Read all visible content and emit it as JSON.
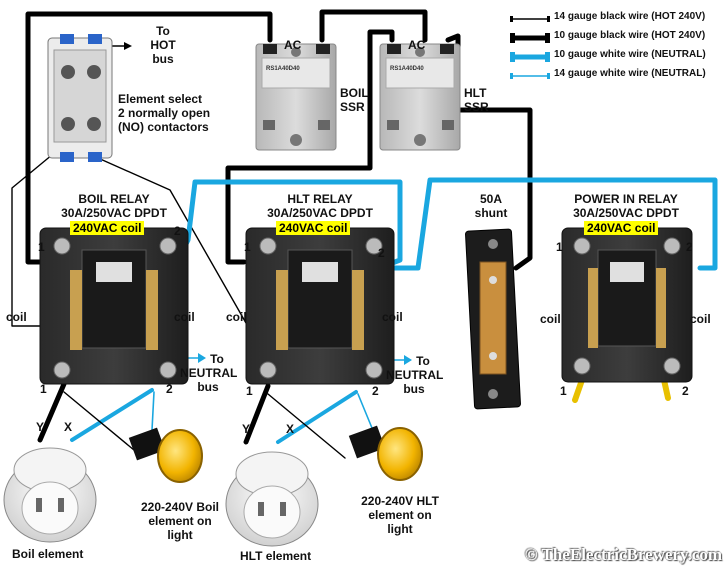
{
  "legend": [
    {
      "label": "14 gauge black wire (HOT 240V)",
      "color": "#000000",
      "weight": "thin"
    },
    {
      "label": "10 gauge black wire (HOT 240V)",
      "color": "#000000",
      "weight": "thick"
    },
    {
      "label": "10 gauge white wire (NEUTRAL)",
      "color": "#1aa7e0",
      "weight": "thick"
    },
    {
      "label": "14 gauge white wire (NEUTRAL)",
      "color": "#1aa7e0",
      "weight": "thin"
    }
  ],
  "contactor": {
    "to_hot_line1": "To",
    "to_hot_line2": "HOT",
    "to_hot_line3": "bus",
    "desc_line1": "Element select",
    "desc_line2": "2 normally open",
    "desc_line3": "(NO) contactors"
  },
  "ssr_boil": {
    "ac": "AC",
    "name_line1": "BOIL",
    "name_line2": "SSR",
    "model": "RS1A40D40"
  },
  "ssr_hlt": {
    "ac": "AC",
    "name_line1": "HLT",
    "name_line2": "SSR",
    "model": "RS1A40D40"
  },
  "boil_relay": {
    "title_line1": "BOIL RELAY",
    "title_line2": "30A/250VAC DPDT",
    "coil_rating": "240VAC coil",
    "pin1_top": "1",
    "pin2_top": "2",
    "pin1_bottom": "1",
    "pin2_bottom": "2",
    "coil_left": "coil",
    "coil_right": "coil",
    "neutral_line1": "To",
    "neutral_line2": "NEUTRAL",
    "neutral_line3": "bus"
  },
  "hlt_relay": {
    "title_line1": "HLT RELAY",
    "title_line2": "30A/250VAC DPDT",
    "coil_rating": "240VAC coil",
    "pin1_top": "1",
    "pin2_top": "2",
    "pin1_bottom": "1",
    "pin2_bottom": "2",
    "coil_left": "coil",
    "coil_right": "coil",
    "neutral_line1": "To",
    "neutral_line2": "NEUTRAL",
    "neutral_line3": "bus"
  },
  "power_relay": {
    "title_line1": "POWER IN RELAY",
    "title_line2": "30A/250VAC DPDT",
    "coil_rating": "240VAC coil",
    "pin1_top": "1",
    "pin2_top": "2",
    "pin1_bottom": "1",
    "pin2_bottom": "2",
    "coil_left": "coil",
    "coil_right": "coil"
  },
  "shunt": {
    "line1": "50A",
    "line2": "shunt"
  },
  "boil_outlet": {
    "y": "Y",
    "x": "X",
    "label": "Boil element"
  },
  "hlt_outlet": {
    "y": "Y",
    "x": "X",
    "label": "HLT element"
  },
  "boil_light": {
    "line1": "220-240V Boil",
    "line2": "element on",
    "line3": "light"
  },
  "hlt_light": {
    "line1": "220-240V HLT",
    "line2": "element on",
    "line3": "light"
  },
  "colors": {
    "wire_black": "#000000",
    "wire_blue": "#1aa7e0",
    "coil_highlight": "#ffff00",
    "lamp": "#f2b400"
  },
  "copyright": "© TheElectricBrewery.com"
}
